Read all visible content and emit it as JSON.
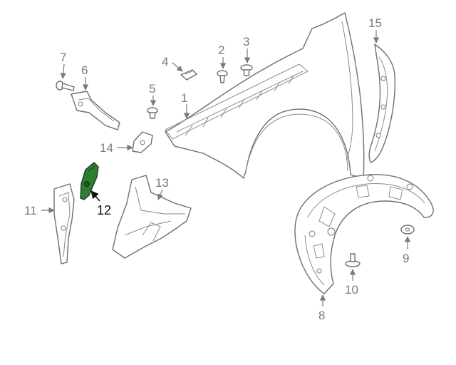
{
  "callouts": {
    "c1": "1",
    "c2": "2",
    "c3": "3",
    "c4": "4",
    "c5": "5",
    "c6": "6",
    "c7": "7",
    "c8": "8",
    "c9": "9",
    "c10": "10",
    "c11": "11",
    "c12": "12",
    "c13": "13",
    "c14": "14",
    "c15": "15"
  },
  "highlight": {
    "part": "12",
    "color": "#2e7d32"
  },
  "colors": {
    "line": "#6f6f6f",
    "label": "#7a7a7a",
    "highlight_label": "#111111"
  }
}
